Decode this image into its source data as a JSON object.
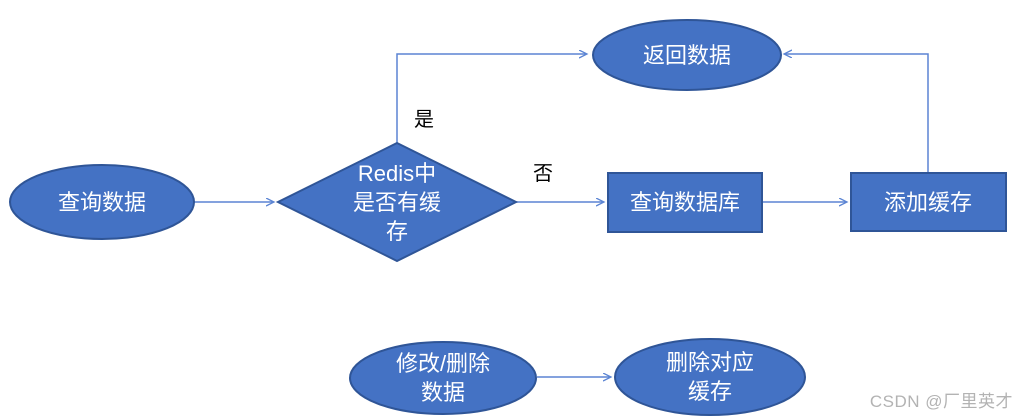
{
  "diagram": {
    "title_hint": "Redis cache query / invalidation flowchart",
    "colors": {
      "shape_fill": "#4472c4",
      "shape_border": "#2f5597",
      "connector": "#5b84d3",
      "node_text": "#ffffff",
      "edge_label_text": "#000000",
      "watermark_text": "#b3b3b3"
    },
    "nodes": {
      "query_data": {
        "type": "ellipse",
        "label": "查询数据"
      },
      "redis_check": {
        "type": "decision",
        "label": "Redis中是否有缓存",
        "lines": [
          "Redis中",
          "是否有缓",
          "存"
        ]
      },
      "return_data": {
        "type": "ellipse",
        "label": "返回数据"
      },
      "query_db": {
        "type": "process",
        "label": "查询数据库"
      },
      "add_cache": {
        "type": "process",
        "label": "添加缓存"
      },
      "modify_delete": {
        "type": "ellipse",
        "label": "修改/删除数据",
        "lines": [
          "修改/删除",
          "数据"
        ]
      },
      "delete_cache": {
        "type": "ellipse",
        "label": "删除对应缓存",
        "lines": [
          "删除对应",
          "缓存"
        ]
      }
    },
    "edges": {
      "yes_label": "是",
      "no_label": "否"
    }
  },
  "watermark": {
    "text": "CSDN @厂里英才"
  }
}
